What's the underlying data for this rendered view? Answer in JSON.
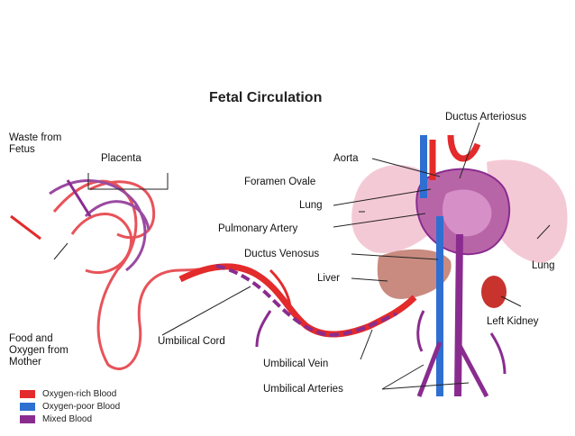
{
  "title": "Fetal Circulation",
  "labels": {
    "waste": [
      "Waste from",
      "Fetus"
    ],
    "placenta": "Placenta",
    "food": [
      "Food and",
      "Oxygen from",
      "Mother"
    ],
    "umbilical_cord": "Umbilical Cord",
    "ductus_arteriosus": "Ductus Arteriosus",
    "aorta": "Aorta",
    "foramen_ovale": "Foramen Ovale",
    "lung_left": "Lung",
    "pulmonary_artery": "Pulmonary Artery",
    "ductus_venosus": "Ductus Venosus",
    "liver": "Liver",
    "lung_right": "Lung",
    "left_kidney": "Left Kidney",
    "umbilical_vein": "Umbilical Vein",
    "umbilical_arteries": "Umbilical Arteries"
  },
  "legend": [
    {
      "label": "Oxygen-rich Blood",
      "color": "#e32b2b"
    },
    {
      "label": "Oxygen-poor Blood",
      "color": "#2f6fd1"
    },
    {
      "label": "Mixed Blood",
      "color": "#8a2c8f"
    }
  ],
  "colors": {
    "oxygen_rich": "#e32b2b",
    "oxygen_poor": "#2f6fd1",
    "mixed": "#8a2c8f",
    "lung": "#f2bfcf",
    "liver": "#c88a7e",
    "kidney": "#c8332e"
  }
}
